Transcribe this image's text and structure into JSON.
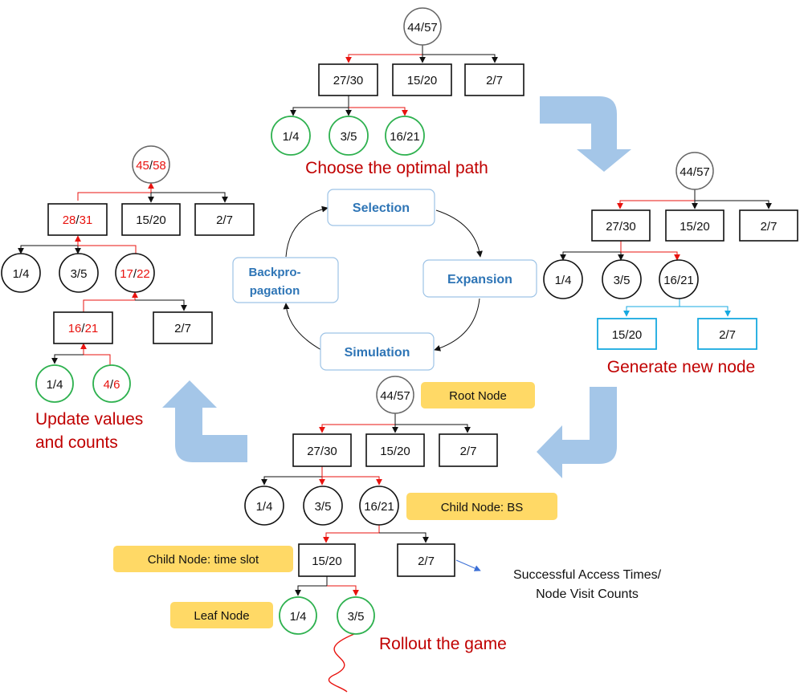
{
  "cycle": {
    "selection": "Selection",
    "expansion": "Expansion",
    "simulation": "Simulation",
    "backprop_line1": "Backpro-",
    "backprop_line2": "pagation"
  },
  "selection_tree": {
    "root": "44/57",
    "level1": [
      "27/30",
      "15/20",
      "2/7"
    ],
    "level2": [
      "1/4",
      "3/5",
      "16/21"
    ],
    "caption": "Choose the optimal path"
  },
  "expansion_tree": {
    "root": "44/57",
    "level1": [
      "27/30",
      "15/20",
      "2/7"
    ],
    "level2": [
      "1/4",
      "3/5",
      "16/21"
    ],
    "new_nodes": [
      "15/20",
      "2/7"
    ],
    "caption": "Generate new node"
  },
  "simulation_tree": {
    "root": "44/57",
    "level1": [
      "27/30",
      "15/20",
      "2/7"
    ],
    "level2": [
      "1/4",
      "3/5",
      "16/21"
    ],
    "level3": [
      "15/20",
      "2/7"
    ],
    "level4": [
      "1/4",
      "3/5"
    ],
    "tags": {
      "root": "Root Node",
      "bs": "Child Node: BS",
      "slot": "Child Node: time slot",
      "leaf": "Leaf Node"
    },
    "legend_line1": "Successful Access Times/",
    "legend_line2": "Node Visit Counts",
    "caption": "Rollout the game"
  },
  "backprop_tree": {
    "root": {
      "num": "45",
      "den": "58"
    },
    "level1": [
      {
        "num": "28",
        "den": "31",
        "updated": true
      },
      {
        "text": "15/20"
      },
      {
        "text": "2/7"
      }
    ],
    "level2": [
      {
        "text": "1/4"
      },
      {
        "text": "3/5"
      },
      {
        "num": "17",
        "den": "22",
        "updated": true
      }
    ],
    "level3": [
      {
        "num": "16",
        "den": "21",
        "updated": true
      },
      {
        "text": "2/7"
      }
    ],
    "level4": [
      {
        "text": "1/4"
      },
      {
        "num": "4",
        "den": "6",
        "updated": true
      }
    ],
    "caption_line1": "Update values",
    "caption_line2": "and counts"
  },
  "colors": {
    "path": "#e8130f",
    "black": "#111111",
    "green": "#2eb14f",
    "cyan": "#17a9e0",
    "step_text": "#2e75b6",
    "step_border": "#9dc3e6",
    "arrow_fill": "#a4c6e8",
    "tag_fill": "#ffd966",
    "caption": "#c00000"
  }
}
